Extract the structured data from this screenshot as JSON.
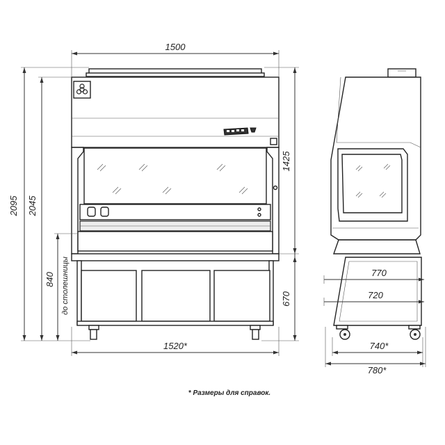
{
  "front_view": {
    "width_top": "1500",
    "width_bottom": "1520*",
    "height_total": "2095",
    "height_cabinet": "2045",
    "height_upper": "1425",
    "height_stand": "670",
    "height_to_worktop": "840",
    "worktop_label": "до столешницы"
  },
  "side_view": {
    "depth_upper": "770",
    "depth_lower": "720",
    "depth_base": "740*",
    "depth_total": "780*"
  },
  "footnote": "* Размеры для справок.",
  "colors": {
    "line": "#333333",
    "fill_panel": "#eeeeee"
  }
}
